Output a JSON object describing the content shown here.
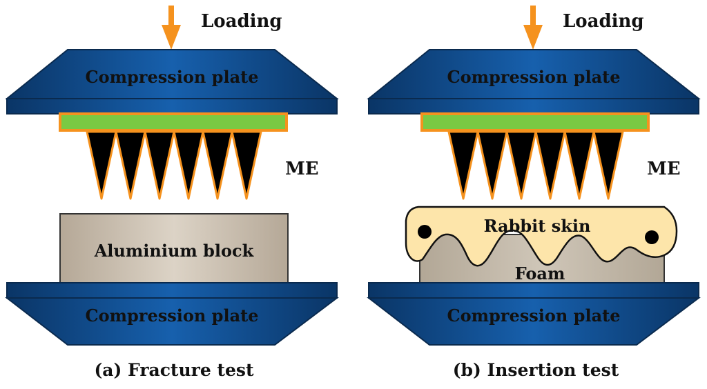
{
  "panels": [
    {
      "loading_label": "Loading",
      "top_plate_label": "Compression plate",
      "microneedle_label": "ME",
      "block_label": "Aluminium block",
      "bottom_plate_label": "Compression plate",
      "caption": "(a) Fracture test"
    },
    {
      "loading_label": "Loading",
      "top_plate_label": "Compression plate",
      "microneedle_label": "ME",
      "skin_label": "Rabbit skin",
      "foam_label": "Foam",
      "bottom_plate_label": "Compression plate",
      "caption": "(b) Insertion test"
    }
  ],
  "colors": {
    "plate": "#0d4a8a",
    "plate_edge": "#0a2a4e",
    "arrow": "#f5921e",
    "substrate": "#7ac943",
    "needle": "#000000",
    "needle_outline": "#f5921e",
    "block": "#c8bcae",
    "skin": "#fde5aa",
    "foam": "#c0b6a6"
  }
}
